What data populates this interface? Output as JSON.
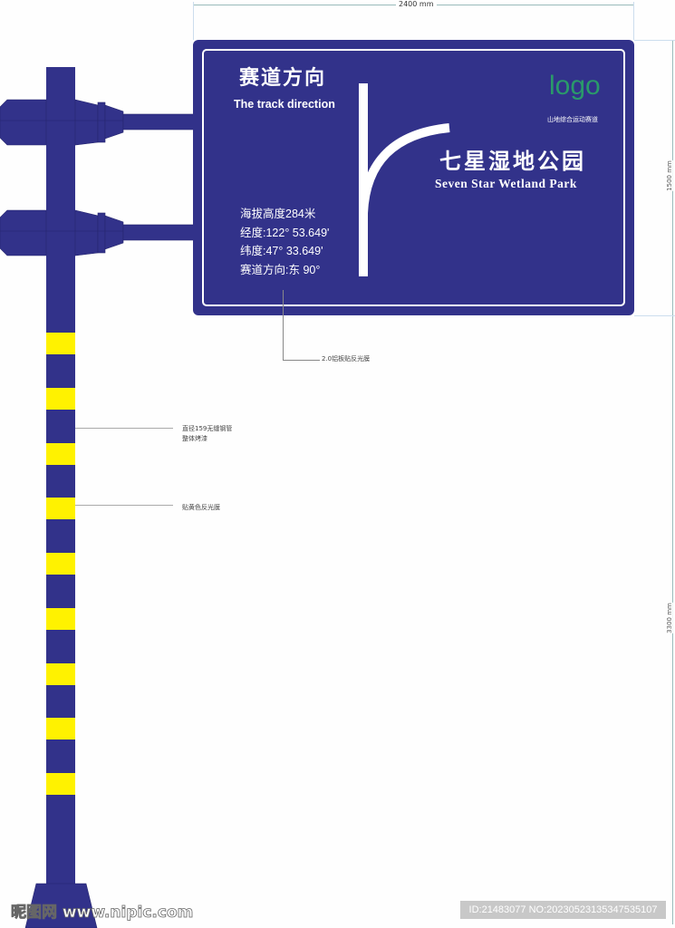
{
  "dimensions": {
    "width_label": "2400 mm",
    "sign_height_label": "1500 mm",
    "pole_height_label": "3300 mm"
  },
  "sign": {
    "title_cn": "赛道方向",
    "title_en": "The track direction",
    "logo": "logo",
    "logo_sub": "山地综合运动赛道",
    "destination_cn": "七星湿地公园",
    "destination_en": "Seven Star Wetland Park",
    "info": [
      "海拔高度284米",
      "经度:122°  53.649'",
      "纬度:47°  33.649'",
      "赛道方向:东 90°"
    ],
    "colors": {
      "background": "#32328a",
      "text": "#ffffff",
      "logo": "#2a9a6a"
    }
  },
  "notes": {
    "panel": "2.0铝板贴反光膜",
    "pipe_line1": "直径159无缝钢管",
    "pipe_line2": "整体烤漆",
    "reflective": "贴黄色反光膜"
  },
  "pole": {
    "color": "#32328a",
    "band_color": "#fff200"
  },
  "watermark": {
    "site": "昵图网 www.nipic.com",
    "id": "ID:21483077 NO:20230523135347535107"
  }
}
